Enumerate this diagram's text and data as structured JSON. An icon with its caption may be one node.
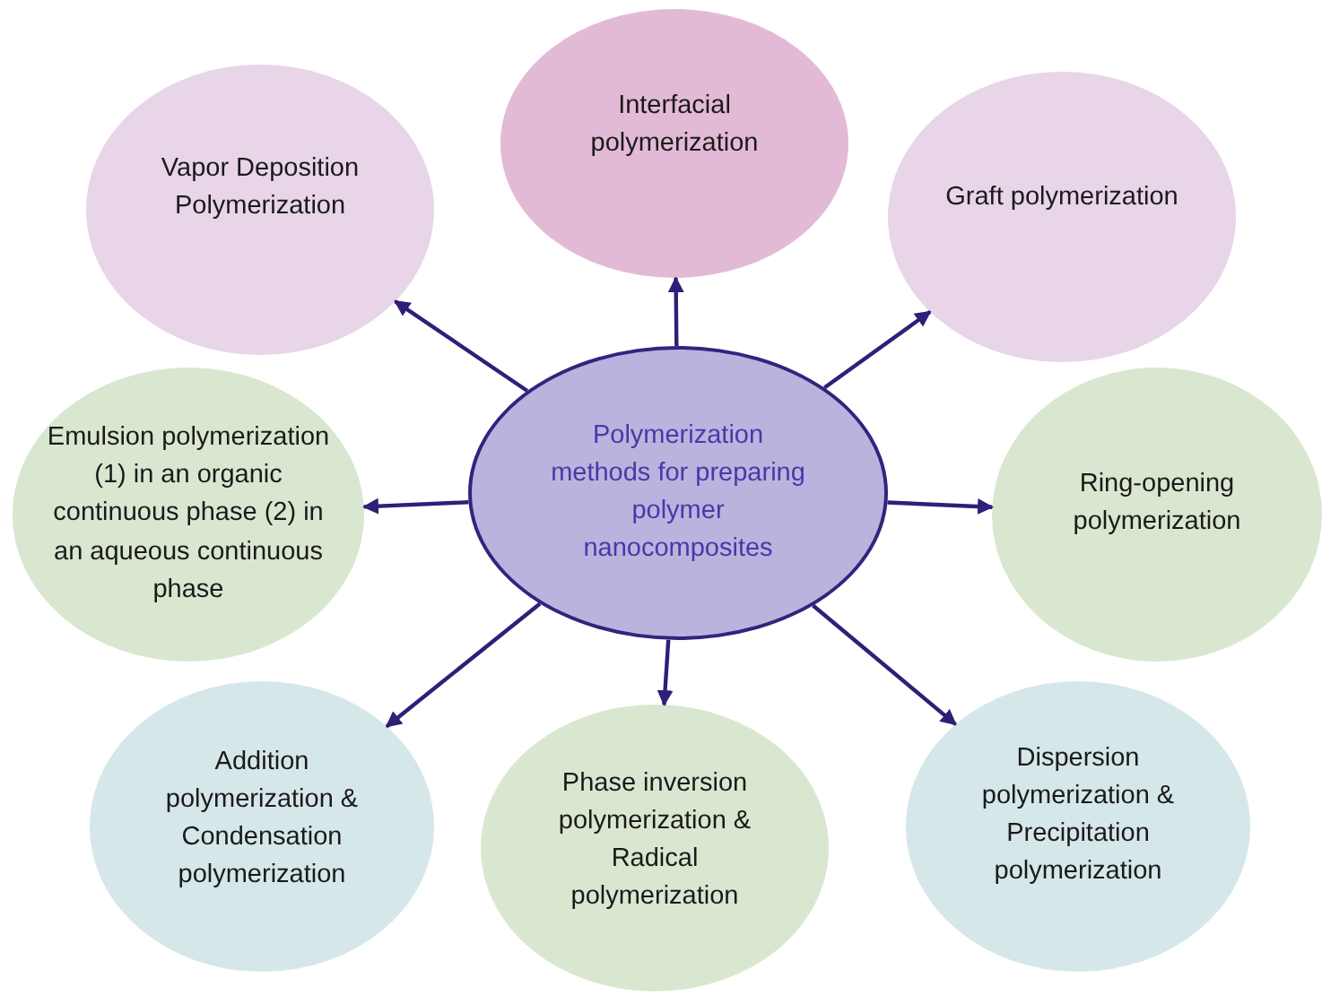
{
  "diagram": {
    "nodes": [
      {
        "text": [
          "Vapor Deposition Polymerization"
        ]
      },
      {
        "text": [
          "Interfacial polymerization"
        ]
      },
      {
        "text": [
          "Graft polymerization"
        ]
      },
      {
        "text": [
          "Emulsion polymerization (1) in an organic continuous phase (2) in an aqueous continuous phase"
        ]
      },
      {
        "text": [
          "Polymerization methods for preparing polymer nanocomposites"
        ]
      },
      {
        "text": [
          "Ring-opening polymerization"
        ]
      },
      {
        "text": [
          "Addition polymerization & Condensation polymerization"
        ]
      },
      {
        "text": [
          "Phase inversion polymerization & Radical polymerization"
        ]
      },
      {
        "text": [
          "Dispersion polymerization & Precipitation polymerization"
        ]
      }
    ],
    "edges": [
      {
        "from": 4,
        "to": 0,
        "arrow": "to"
      },
      {
        "from": 4,
        "to": 1,
        "arrow": "to"
      },
      {
        "from": 4,
        "to": 2,
        "arrow": "to"
      },
      {
        "from": 4,
        "to": 3,
        "arrow": "to"
      },
      {
        "from": 4,
        "to": 5,
        "arrow": "to"
      },
      {
        "from": 4,
        "to": 6,
        "arrow": "to"
      },
      {
        "from": 4,
        "to": 7,
        "arrow": "to"
      },
      {
        "from": 4,
        "to": 8,
        "arrow": "to"
      }
    ]
  }
}
